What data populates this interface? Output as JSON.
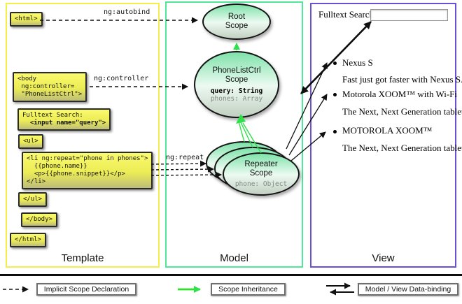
{
  "columns": {
    "template": {
      "label": "Template"
    },
    "model": {
      "label": "Model"
    },
    "view": {
      "label": "View"
    }
  },
  "template": {
    "boxes": {
      "html_open": "<html>",
      "body_open": "<body\n ng:controller=\n \"PhoneListCtrl\">",
      "fulltext_label": "Fulltext Search:",
      "fulltext_input": "  <input name=\"query\">",
      "ul_open": "<ul>",
      "li_repeat": "<li ng:repeat=\"phone in phones\">\n  {{phone.name}}\n  <p>{{phone.snippet}}</p>\n</li>",
      "ul_close": "</ul>",
      "body_close": "</body>",
      "html_close": "</html>"
    },
    "labels": {
      "autobind": "ng:autobind",
      "controller": "ng:controller",
      "repeat": "ng:repeat"
    }
  },
  "model": {
    "root_scope": {
      "title": "Root\nScope"
    },
    "phonelist_scope": {
      "title": "PhoneListCtrl\nScope",
      "prop_query": "query: String",
      "prop_phones": "phones: Array"
    },
    "repeater_scope": {
      "title": "Repeater\nScope",
      "prop_phone": "phone: Object"
    }
  },
  "view": {
    "search_label": "Fulltext Search:",
    "search_value": "",
    "items": [
      {
        "title": "Nexus S",
        "snippet": "Fast just got faster with Nexus S."
      },
      {
        "title": "Motorola XOOM™ with Wi-Fi",
        "snippet": "The Next, Next Generation tablet."
      },
      {
        "title": "MOTOROLA XOOM™",
        "snippet": "The Next, Next Generation tablet."
      }
    ]
  },
  "legend": {
    "implicit": "Implicit Scope Declaration",
    "inheritance": "Scope Inheritance",
    "databinding": "Model / View Data-binding"
  },
  "colors": {
    "template_border": "#f2ef4a",
    "model_border": "#4fe79a",
    "view_border": "#6b4fd4",
    "scope_green_arrow": "#2ee148",
    "box_yellow": "#ecec55"
  }
}
